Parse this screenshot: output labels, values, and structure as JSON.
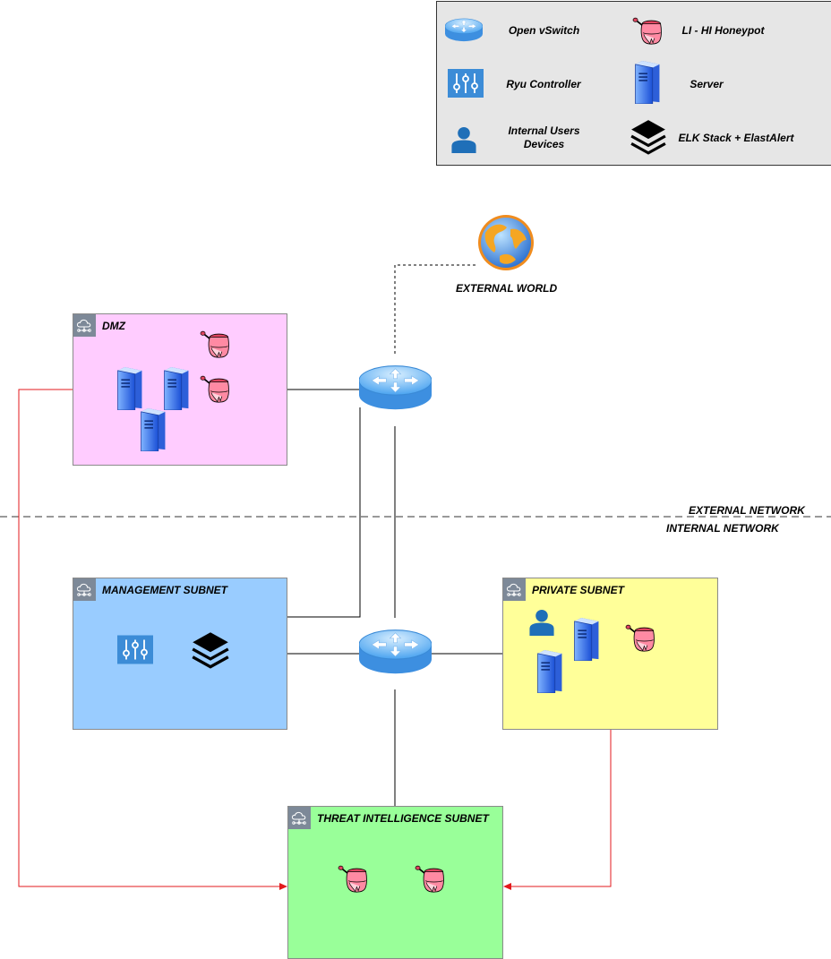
{
  "legend": {
    "items": [
      {
        "icon": "router-icon",
        "label": "Open vSwitch"
      },
      {
        "icon": "honeypot-icon",
        "label": "LI - HI Honeypot"
      },
      {
        "icon": "controller-icon",
        "label": "Ryu Controller"
      },
      {
        "icon": "server-icon",
        "label": "Server"
      },
      {
        "icon": "user-icon",
        "label_line1": "Internal Users",
        "label_line2": "Devices"
      },
      {
        "icon": "layers-icon",
        "label": "ELK Stack + ElastAlert"
      }
    ]
  },
  "external_world": {
    "label": "EXTERNAL WORLD"
  },
  "boundary": {
    "external": "EXTERNAL NETWORK",
    "internal": "INTERNAL NETWORK"
  },
  "subnets": {
    "dmz": {
      "title": "DMZ",
      "color": "#ffccff"
    },
    "management": {
      "title": "MANAGEMENT SUBNET",
      "color": "#99ccff"
    },
    "private": {
      "title": "PRIVATE SUBNET",
      "color": "#ffff99"
    },
    "threat": {
      "title": "THREAT INTELLIGENCE SUBNET",
      "color": "#99ff99"
    }
  },
  "colors": {
    "red_flow": "#e31a1c",
    "line": "#000000",
    "dashed_boundary": "#999999"
  }
}
